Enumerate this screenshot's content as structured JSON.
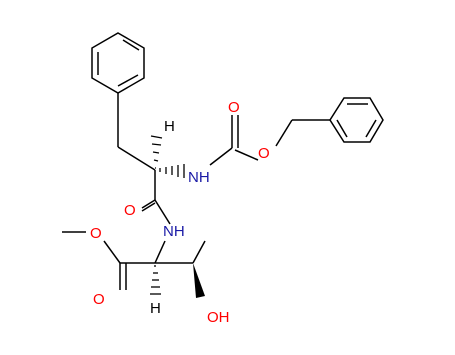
{
  "molecule": {
    "labels": {
      "ring_h": "H",
      "nh_top": "NH",
      "o_carbonyl_top": "O",
      "o_ester_top": "O",
      "o_amide": "O",
      "nh_bottom": "NH",
      "o_methoxy": "O",
      "o_ester_bottom": "O",
      "h_bottom": "H",
      "oh": "OH"
    },
    "colors": {
      "bond": "#000000",
      "oxygen": "#ff0000",
      "nitrogen": "#1a1aa6",
      "hydrogen": "#000000"
    }
  }
}
